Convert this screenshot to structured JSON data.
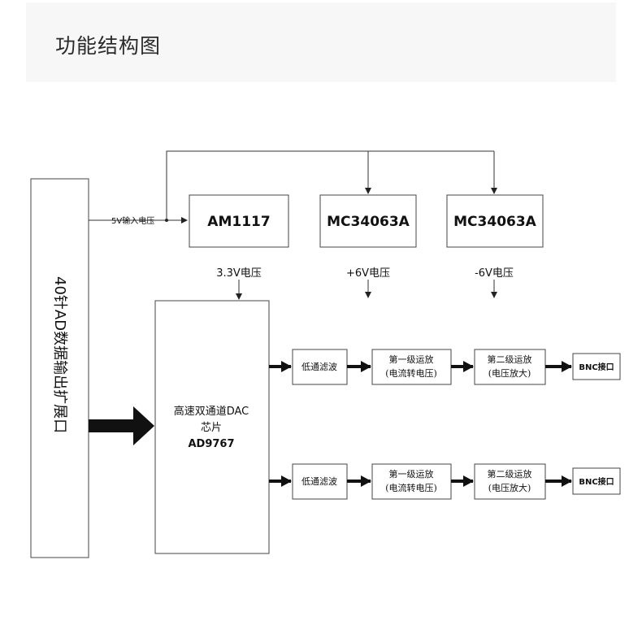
{
  "page": {
    "title": "功能结构图"
  },
  "diagram": {
    "connector": "40针AD数据输出扩展口",
    "input_label": "5V输入电压",
    "regulators": [
      {
        "name": "AM1117",
        "output": "3.3V电压"
      },
      {
        "name": "MC34063A",
        "output": "+6V电压"
      },
      {
        "name": "MC34063A",
        "output": "-6V电压"
      }
    ],
    "dac": {
      "line1": "高速双通道DAC",
      "line2": "芯片",
      "line3": "AD9767"
    },
    "channels": [
      {
        "filter": "低通滤波",
        "stage1": {
          "line1": "第一级运放",
          "line2": "(电流转电压)"
        },
        "stage2": {
          "line1": "第二级运放",
          "line2": "(电压放大)"
        },
        "output": "BNC接口"
      },
      {
        "filter": "低通滤波",
        "stage1": {
          "line1": "第一级运放",
          "line2": "(电流转电压)"
        },
        "stage2": {
          "line1": "第二级运放",
          "line2": "(电压放大)"
        },
        "output": "BNC接口"
      }
    ]
  }
}
